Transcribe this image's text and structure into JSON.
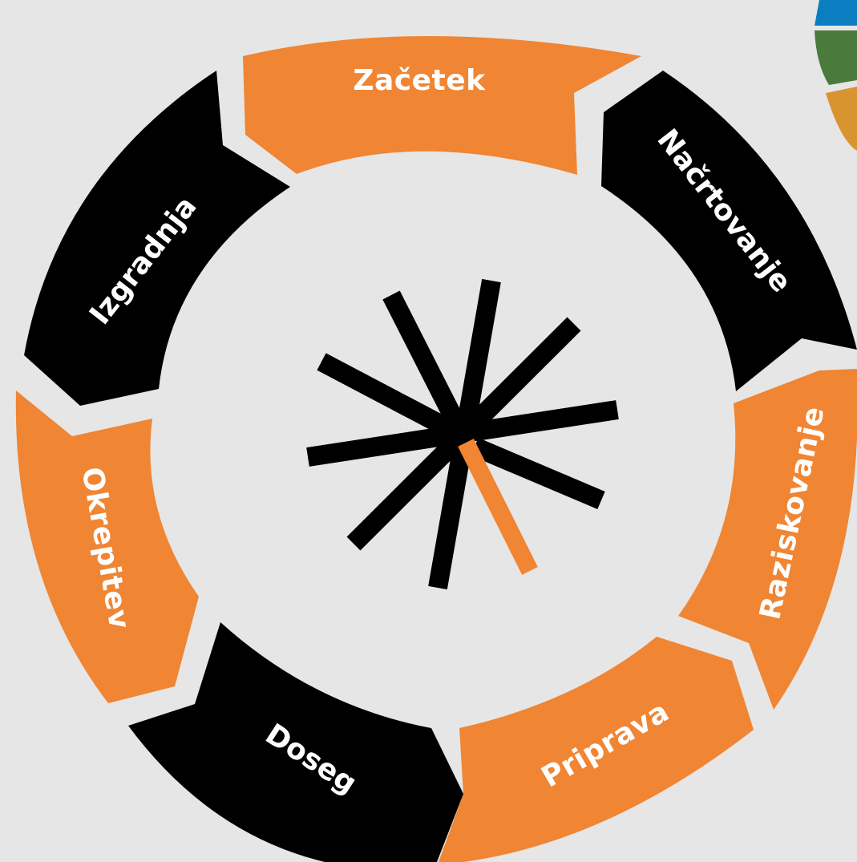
{
  "diagram": {
    "stages": [
      {
        "label": "Začetek",
        "color": "#f08533"
      },
      {
        "label": "Načrtovanje",
        "color": "#000000"
      },
      {
        "label": "Raziskovanje",
        "color": "#f08533"
      },
      {
        "label": "Priprava",
        "color": "#f08533"
      },
      {
        "label": "Doseg",
        "color": "#000000"
      },
      {
        "label": "Okrepitev",
        "color": "#f08533"
      },
      {
        "label": "Izgradnja",
        "color": "#000000"
      }
    ],
    "center_icon": "asterisk-starburst-icon",
    "corner_icon": "sdg-color-wheel-icon",
    "colors": {
      "background": "#e6e6e6",
      "orange": "#f08533",
      "black": "#000000",
      "text": "#ffffff",
      "corner_blue": "#0a7ec0",
      "corner_green": "#4b7a3f",
      "corner_gold": "#d89430"
    }
  }
}
